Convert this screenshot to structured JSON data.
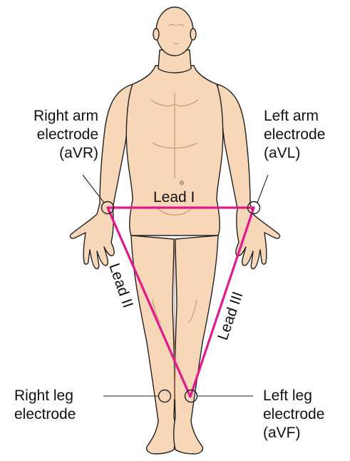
{
  "labels": {
    "right_arm": [
      "Right arm",
      "electrode",
      "(aVR)"
    ],
    "left_arm": [
      "Left arm",
      "electrode",
      "(aVL)"
    ],
    "right_leg": [
      "Right leg",
      "electrode"
    ],
    "left_leg": [
      "Left leg",
      "electrode",
      "(aVF)"
    ]
  },
  "leads": {
    "lead_1": "Lead I",
    "lead_2": "Lead II",
    "lead_3": "Lead III"
  },
  "colors": {
    "skin": "#f8d6b8",
    "skin_shadow": "#e8b896",
    "outline": "#222222",
    "triangle": "#e0198c"
  }
}
